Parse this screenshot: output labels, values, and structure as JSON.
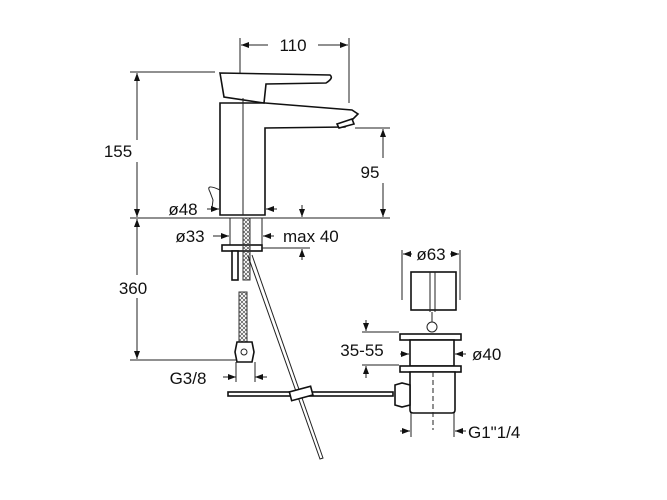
{
  "dimensions": {
    "spout_reach": "110",
    "total_height": "155",
    "spout_height": "95",
    "base_diameter": "ø48",
    "shank_diameter": "ø33",
    "max_deck_thickness": "max 40",
    "hose_length": "360",
    "hose_connection": "G3/8",
    "waste_head_diameter": "ø63",
    "waste_hole_diameter": "ø40",
    "deck_range": "35-55",
    "waste_thread": "G1\"1/4"
  }
}
